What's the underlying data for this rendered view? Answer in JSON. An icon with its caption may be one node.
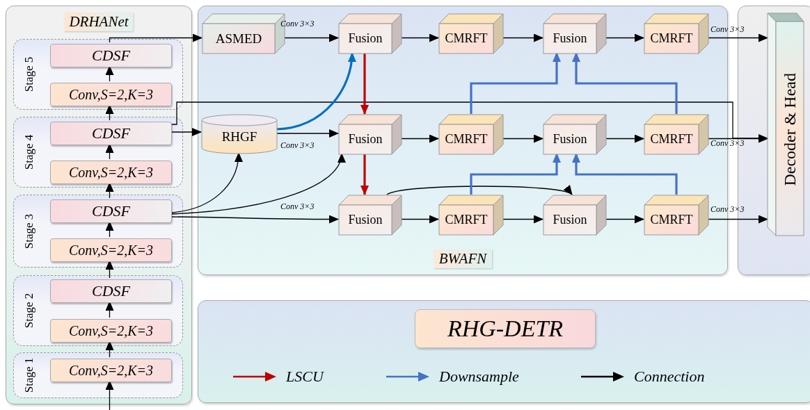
{
  "diagram": {
    "nodes": [
      {
        "text": [
          "DRHANet"
        ]
      },
      {
        "text": [
          "Stage 5"
        ],
        "in": 0
      },
      {
        "text": [
          "CDSF"
        ],
        "in": 1
      },
      {
        "text": [
          "Conv,S=2,K=3"
        ],
        "in": 1
      },
      {
        "text": [
          "Stage 4"
        ],
        "in": 0
      },
      {
        "text": [
          "CDSF"
        ],
        "in": 4
      },
      {
        "text": [
          "Conv,S=2,K=3"
        ],
        "in": 4
      },
      {
        "text": [
          "Stage 3"
        ],
        "in": 0
      },
      {
        "text": [
          "CDSF"
        ],
        "in": 7
      },
      {
        "text": [
          "Conv,S=2,K=3"
        ],
        "in": 7
      },
      {
        "text": [
          "Stage 2"
        ],
        "in": 0
      },
      {
        "text": [
          "CDSF"
        ],
        "in": 10
      },
      {
        "text": [
          "Conv,S=2,K=3"
        ],
        "in": 10
      },
      {
        "text": [
          "Stage 1"
        ],
        "in": 0
      },
      {
        "text": [
          "Conv,S=2,K=3"
        ],
        "in": 13
      },
      {
        "text": [
          "BWAFN"
        ]
      },
      {
        "text": [
          "ASMED"
        ],
        "in": 15
      },
      {
        "text": [
          "Fusion"
        ],
        "in": 15
      },
      {
        "text": [
          "CMRFT"
        ],
        "in": 15
      },
      {
        "text": [
          "Fusion"
        ],
        "in": 15
      },
      {
        "text": [
          "CMRFT"
        ],
        "in": 15
      },
      {
        "text": [
          "RHGF"
        ],
        "in": 15
      },
      {
        "text": [
          "Fusion"
        ],
        "in": 15
      },
      {
        "text": [
          "CMRFT"
        ],
        "in": 15
      },
      {
        "text": [
          "Fusion"
        ],
        "in": 15
      },
      {
        "text": [
          "CMRFT"
        ],
        "in": 15
      },
      {
        "text": [
          "Fusion"
        ],
        "in": 15
      },
      {
        "text": [
          "CMRFT"
        ],
        "in": 15
      },
      {
        "text": [
          "Fusion"
        ],
        "in": 15
      },
      {
        "text": [
          "CMRFT"
        ],
        "in": 15
      },
      {
        "text": [
          "Decoder & Head"
        ]
      },
      {
        "text": [
          "RHG-DETR"
        ]
      }
    ],
    "edges": [
      {
        "from": null,
        "to": 14,
        "arrow": "to"
      },
      {
        "from": 14,
        "to": 12,
        "arrow": "to"
      },
      {
        "from": 12,
        "to": 11,
        "arrow": "to"
      },
      {
        "from": 11,
        "to": 9,
        "arrow": "to"
      },
      {
        "from": 9,
        "to": 8,
        "arrow": "to"
      },
      {
        "from": 8,
        "to": 6,
        "arrow": "to"
      },
      {
        "from": 6,
        "to": 5,
        "arrow": "to"
      },
      {
        "from": 5,
        "to": 3,
        "arrow": "to"
      },
      {
        "from": 3,
        "to": 2,
        "arrow": "to"
      },
      {
        "from": 2,
        "to": 16,
        "arrow": "to"
      },
      {
        "from": 5,
        "to": 21,
        "arrow": "to"
      },
      {
        "from": 5,
        "to": 30,
        "arrow": "to"
      },
      {
        "from": 8,
        "to": 21,
        "arrow": "to"
      },
      {
        "from": 8,
        "to": 22,
        "arrow": "to"
      },
      {
        "from": 8,
        "to": 26,
        "arrow": "to",
        "label": "Conv 3×3"
      },
      {
        "from": 16,
        "to": 17,
        "arrow": "to",
        "label": "Conv 3×3"
      },
      {
        "from": 17,
        "to": 18,
        "arrow": "to"
      },
      {
        "from": 18,
        "to": 19,
        "arrow": "to"
      },
      {
        "from": 19,
        "to": 20,
        "arrow": "to"
      },
      {
        "from": 20,
        "to": 30,
        "arrow": "to",
        "label": "Conv 3×3"
      },
      {
        "from": 21,
        "to": 17,
        "arrow": "to",
        "style": "thick",
        "color": "#0070c0"
      },
      {
        "from": 21,
        "to": 22,
        "arrow": "to",
        "label": "Conv 3×3"
      },
      {
        "from": 22,
        "to": 23,
        "arrow": "to"
      },
      {
        "from": 23,
        "to": 24,
        "arrow": "to"
      },
      {
        "from": 24,
        "to": 25,
        "arrow": "to"
      },
      {
        "from": 25,
        "to": 30,
        "arrow": "to",
        "label": "Conv 3×3"
      },
      {
        "from": 17,
        "to": 22,
        "arrow": "to",
        "style": "thick",
        "color": "#c00000"
      },
      {
        "from": 22,
        "to": 26,
        "arrow": "to",
        "style": "thick",
        "color": "#c00000"
      },
      {
        "from": 26,
        "to": 27,
        "arrow": "to"
      },
      {
        "from": 27,
        "to": 28,
        "arrow": "to"
      },
      {
        "from": 28,
        "to": 29,
        "arrow": "to"
      },
      {
        "from": 29,
        "to": 30,
        "arrow": "to",
        "label": "Conv 3×3"
      },
      {
        "from": 26,
        "to": 28,
        "arrow": "to"
      },
      {
        "from": 23,
        "to": 19,
        "arrow": "to",
        "style": "thick",
        "color": "#4472c4"
      },
      {
        "from": 25,
        "to": 19,
        "arrow": "to",
        "style": "thick",
        "color": "#4472c4"
      },
      {
        "from": 27,
        "to": 24,
        "arrow": "to",
        "style": "thick",
        "color": "#4472c4"
      },
      {
        "from": 29,
        "to": 24,
        "arrow": "to",
        "style": "thick",
        "color": "#4472c4"
      }
    ],
    "legend": [
      {
        "text": "LSCU"
      },
      {
        "text": "Downsample"
      },
      {
        "text": "Connection"
      }
    ]
  }
}
